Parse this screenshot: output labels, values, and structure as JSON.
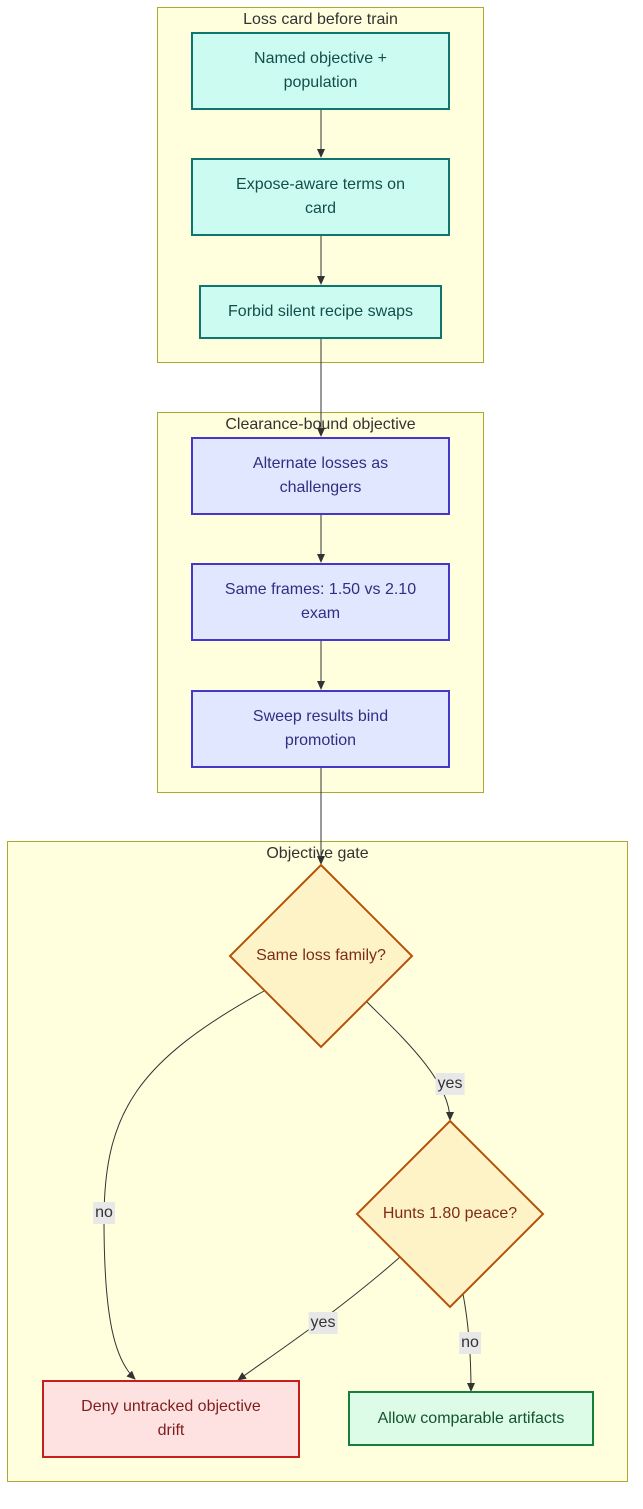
{
  "clusters": {
    "loss_card": "Loss card before train",
    "clearance": "Clearance-bound objective",
    "gate": "Objective gate"
  },
  "nodes": {
    "named_objective": "Named objective + population",
    "expose_terms": "Expose-aware terms on card",
    "forbid_swaps": "Forbid silent recipe swaps",
    "alternate_losses": "Alternate losses as challengers",
    "same_frames": "Same frames: 1.50 vs 2.10 exam",
    "sweep_results": "Sweep results bind promotion",
    "same_loss_family": "Same loss family?",
    "hunts_peace": "Hunts 1.80 peace?",
    "deny_drift": "Deny untracked objective drift",
    "allow_artifacts": "Allow comparable artifacts"
  },
  "edge_labels": {
    "family_yes": "yes",
    "family_no": "no",
    "hunts_yes": "yes",
    "hunts_no": "no"
  },
  "colors": {
    "cluster_fill": "#ffffde",
    "cluster_stroke": "#aaaa33",
    "process_fill": "#ccfbf1",
    "challenger_fill": "#e0e7ff",
    "decision_fill": "#fef3c7",
    "deny_fill": "#fee2e2",
    "allow_fill": "#dcfce7"
  }
}
